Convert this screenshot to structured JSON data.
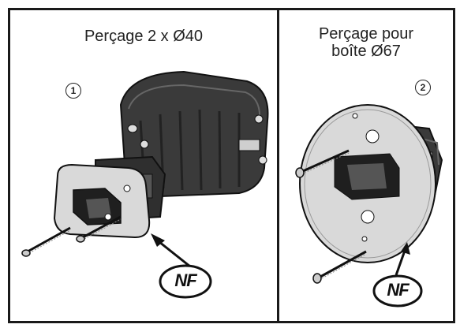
{
  "left_panel": {
    "title": "Perçage 2 x Ø40",
    "step_number": "1",
    "certification_mark": "NF"
  },
  "right_panel": {
    "title_line1": "Perçage pour",
    "title_line2": "boîte Ø67",
    "step_number": "2",
    "certification_mark": "NF"
  },
  "colors": {
    "border": "#1a1a1a",
    "dark_plastic": "#3a3a3a",
    "plate": "#d9d9d9",
    "background": "#ffffff"
  },
  "icons": [
    "double-junction-box-icon",
    "wall-plate-icon",
    "screw-icon",
    "nf-logo-icon",
    "arrow-icon",
    "round-plate-icon"
  ]
}
